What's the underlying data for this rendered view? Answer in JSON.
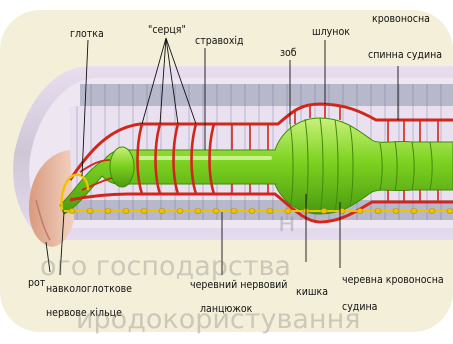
{
  "labels": {
    "pharynx": "глотка",
    "hearts": "\"серця\"",
    "esophagus": "стравохід",
    "crop": "зоб",
    "gizzard": "шлунок",
    "dorsal_vessel_line1": "кровоносна",
    "dorsal_vessel_line2": "спинна судина",
    "mouth": "рот",
    "nerve_ring_line1": "навкологлоткове",
    "nerve_ring_line2": "нервове кільце",
    "nerve_cord_line1": "черевний нервовий",
    "nerve_cord_line2": "ланцюжок",
    "intestine": "кишка",
    "ventral_vessel_line1": "черевна кровоносна",
    "ventral_vessel_line2": "судина"
  },
  "watermark": {
    "line1": "н",
    "line2": "ого господарства",
    "line3": "иродокористування"
  },
  "colors": {
    "body_outer": "#efe9cd",
    "body_skin": "#d7ccda",
    "muscle_band": "#b2b4c6",
    "gut_green": "#7ed321",
    "vessel_red": "#d1261c",
    "nerve_yellow": "#f2c200",
    "head_pink": "#e4b7a2"
  }
}
